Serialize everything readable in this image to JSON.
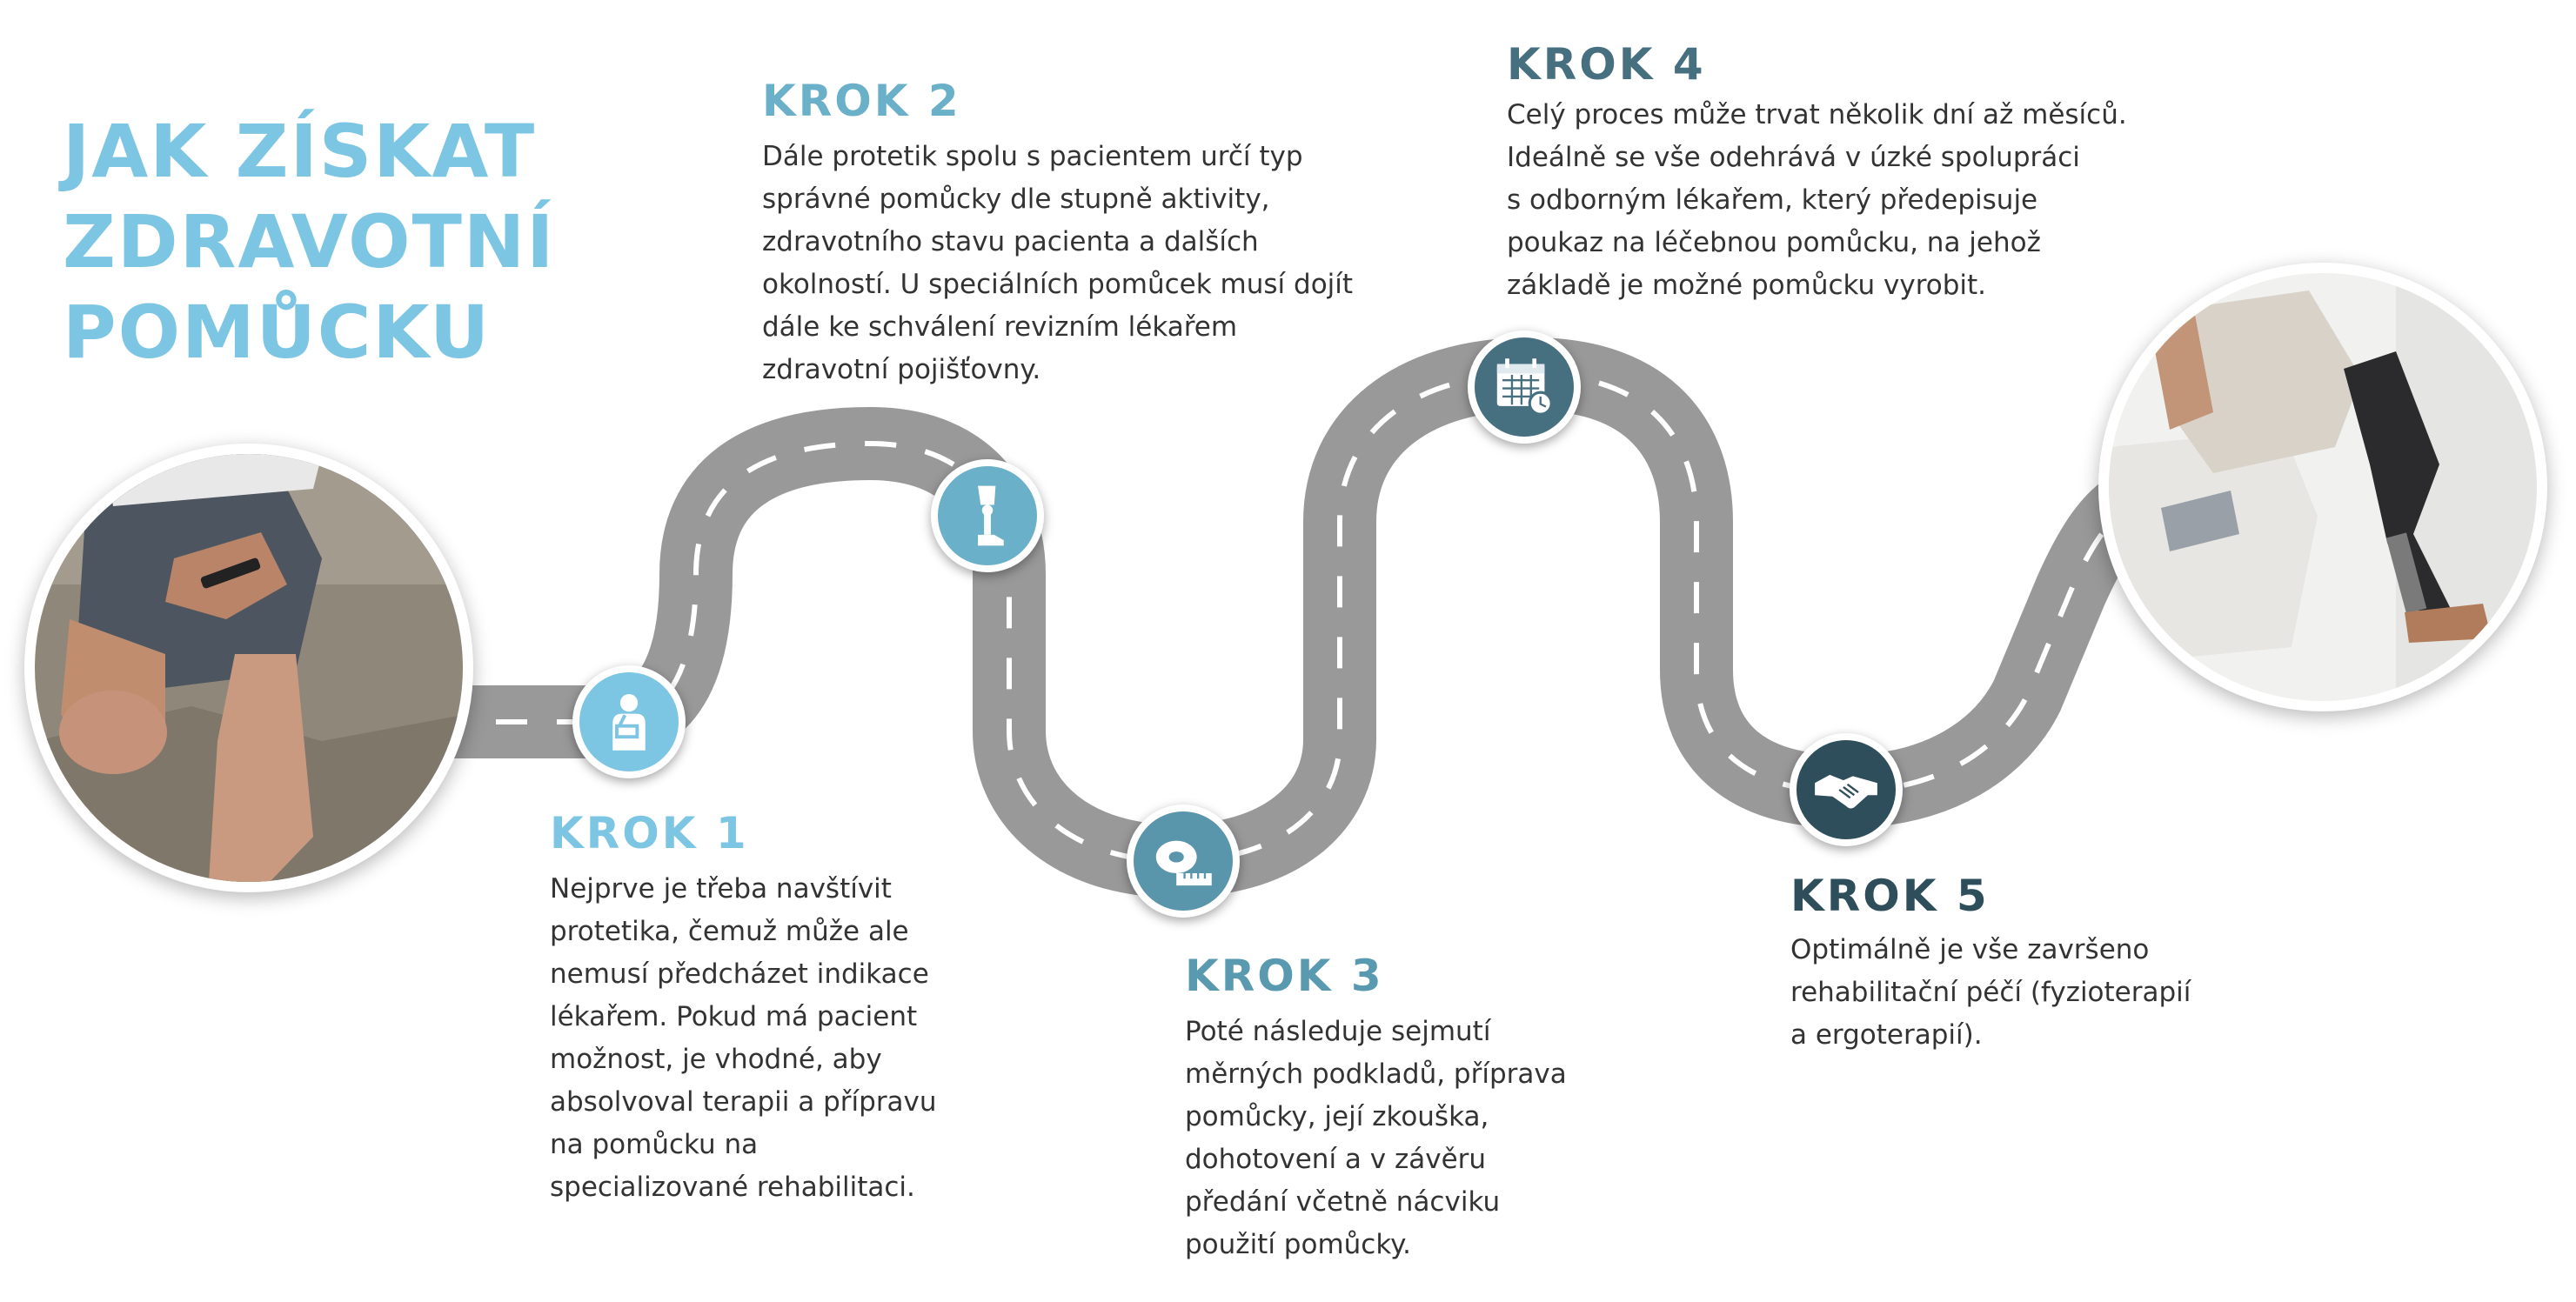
{
  "title": {
    "lines": [
      "JAK ZÍSKAT",
      "ZDRAVOTNÍ",
      "POMŮCKU"
    ],
    "color": "#7cc6e4"
  },
  "colors": {
    "road": "#999999",
    "road_dashes": "#ffffff",
    "body_text": "#333333"
  },
  "steps": [
    {
      "heading": "KROK 1",
      "heading_color": "#7cc6e4",
      "icon": "patient-with-arm-sling-icon",
      "marker_color": "#7cc6e4",
      "lines": [
        "Nejprve je třeba navštívit",
        "protetika, čemuž může ale",
        "nemusí předcházet indikace",
        "lékařem. Pokud má pacient",
        "možnost, je vhodné, aby",
        "absolvoval terapii a přípravu",
        "na pomůcku na",
        "specializované rehabilitaci."
      ]
    },
    {
      "heading": "KROK 2",
      "heading_color": "#6ab0c8",
      "icon": "prosthetic-leg-icon",
      "marker_color": "#6ab0c8",
      "lines": [
        "Dále protetik spolu s pacientem určí typ",
        "správné pomůcky dle stupně aktivity,",
        "zdravotního stavu pacienta a dalších",
        "okolností. U speciálních pomůcek musí dojít",
        "dále ke schválení revizním lékařem",
        "zdravotní pojišťovny."
      ]
    },
    {
      "heading": "KROK 3",
      "heading_color": "#5a9ab0",
      "icon": "measuring-tape-icon",
      "marker_color": "#5a96ab",
      "lines": [
        "Poté následuje sejmutí",
        "měrných podkladů, příprava",
        "pomůcky, její zkouška,",
        "dohotovení a v závěru",
        "předání včetně nácviku",
        "použití pomůcky."
      ]
    },
    {
      "heading": "KROK 4",
      "heading_color": "#466f80",
      "icon": "calendar-clock-icon",
      "marker_color": "#466f80",
      "lines": [
        "Celý proces může trvat několik dní až měsíců.",
        "Ideálně se vše odehrává v úzké spolupráci",
        "s odborným lékařem, který předepisuje",
        "poukaz na léčebnou pomůcku, na jehož",
        "základě je možné pomůcku vyrobit."
      ]
    },
    {
      "heading": "KROK 5",
      "heading_color": "#2e4e5c",
      "icon": "handshake-icon",
      "marker_color": "#2e4e5c",
      "lines": [
        "Optimálně je vše završeno",
        "rehabilitační péčí (fyzioterapií",
        "a ergoterapií)."
      ]
    }
  ]
}
